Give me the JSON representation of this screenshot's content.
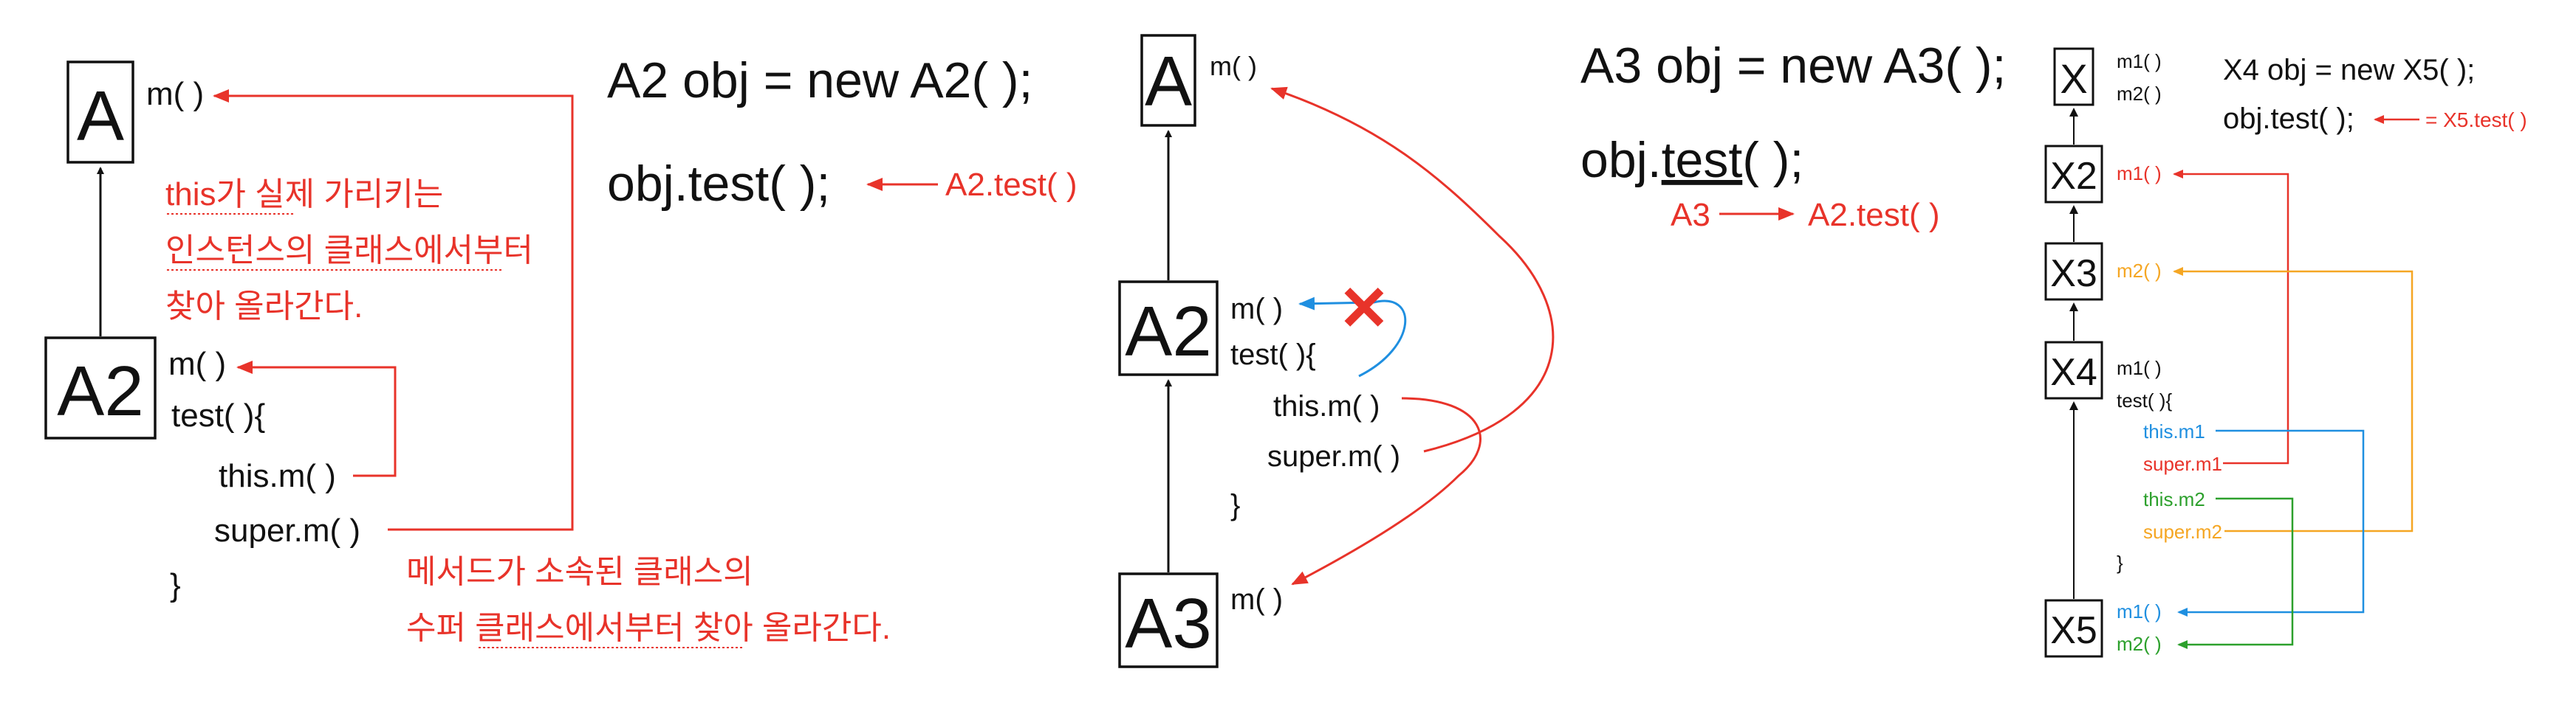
{
  "colors": {
    "red": "#e8332a",
    "blue": "#1f8fe0",
    "orange": "#f5a623",
    "green": "#2ca02c",
    "black": "#111111"
  },
  "panel1": {
    "class_a": "A",
    "method_a": "m( )",
    "class_a2": "A2",
    "method_m": "m( )",
    "method_test": "test( ){",
    "call_this": "this.m( )",
    "call_super": "super.m( )",
    "close_brace": "}",
    "note_this": [
      "this가 실제 가리키는",
      "인스턴스의 클래스에서부터",
      "찾아 올라간다."
    ],
    "note_super": [
      "메서드가 소속된 클래스의",
      "수퍼 클래스에서부터 찾아 올라간다."
    ]
  },
  "panel2": {
    "code_new": "A2 obj = new A2( );",
    "code_call": "obj.test( );",
    "call_target": "A2.test( )",
    "class_a": "A",
    "method_a": "m( )",
    "class_a2": "A2",
    "method_m": "m( )",
    "method_test": "test( ){",
    "call_this": "this.m( )",
    "call_super": "super.m( )",
    "close_brace": "}",
    "class_a3": "A3",
    "method_a3": "m( )",
    "cross_mark": "✕"
  },
  "panel3": {
    "code_new": "A3 obj = new A3( );",
    "code_call_obj": "obj.",
    "code_call_test": "test",
    "code_call_rest": "( );",
    "resolve_from": "A3",
    "resolve_to": "A2.test( )"
  },
  "panel4": {
    "code_new": "X4 obj = new X5( );",
    "code_call": "obj.test( );",
    "call_target": "= X5.test( )",
    "class_x": "X",
    "x_methods": [
      "m1( )",
      "m2( )"
    ],
    "class_x2": "X2",
    "x2_method": "m1( )",
    "class_x3": "X3",
    "x3_method": "m2( )",
    "class_x4": "X4",
    "x4_method": "m1( )",
    "x4_test": "test( ){",
    "calls": [
      "this.m1",
      "super.m1",
      "this.m2",
      "super.m2"
    ],
    "close_brace": "}",
    "class_x5": "X5",
    "x5_methods": [
      "m1( )",
      "m2( )"
    ]
  }
}
